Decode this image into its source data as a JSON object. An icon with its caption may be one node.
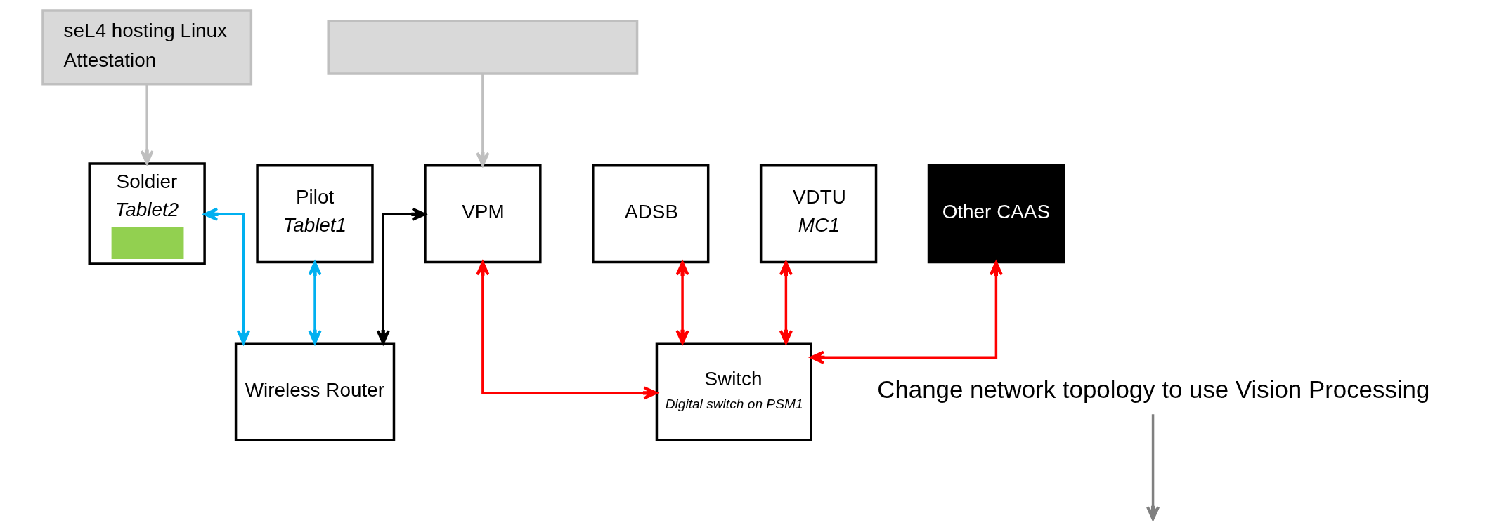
{
  "diagram": {
    "nodes": [
      {
        "text": [
          "seL4 hosting Linux",
          "Attestation"
        ]
      },
      {
        "text": [],
        "shape": "box"
      },
      {
        "text": [
          "Soldier",
          "Tablet2"
        ]
      },
      {
        "text": [
          "Pilot",
          "Tablet1"
        ]
      },
      {
        "text": [
          "VPM"
        ]
      },
      {
        "text": [
          "ADSB"
        ]
      },
      {
        "text": [
          "VDTU",
          "MC1"
        ]
      },
      {
        "text": [
          "Other CAAS"
        ]
      },
      {
        "text": [
          "Wireless Router"
        ]
      },
      {
        "text": [
          "Switch",
          "Digital switch on PSM1"
        ]
      },
      {
        "text": [
          "Change network topology to use Vision Processing"
        ]
      }
    ],
    "edges": [
      {
        "from": 0,
        "to": 2,
        "arrow": "to",
        "color": "#bfbfbf"
      },
      {
        "from": 1,
        "to": 4,
        "arrow": "to",
        "color": "#bfbfbf"
      },
      {
        "from": 2,
        "to": 8,
        "arrow": "both",
        "color": "#00b0f0"
      },
      {
        "from": 3,
        "to": 8,
        "arrow": "both",
        "color": "#00b0f0"
      },
      {
        "from": 8,
        "to": 4,
        "arrow": "both",
        "color": "#000000"
      },
      {
        "from": 9,
        "to": 4,
        "arrow": "both",
        "color": "#ff0000"
      },
      {
        "from": 9,
        "to": 5,
        "arrow": "both",
        "color": "#ff0000"
      },
      {
        "from": 9,
        "to": 6,
        "arrow": "both",
        "color": "#ff0000"
      },
      {
        "from": 9,
        "to": 7,
        "arrow": "both",
        "color": "#ff0000"
      },
      {
        "from": 10,
        "to": null,
        "arrow": "to",
        "color": "#808080"
      }
    ]
  }
}
